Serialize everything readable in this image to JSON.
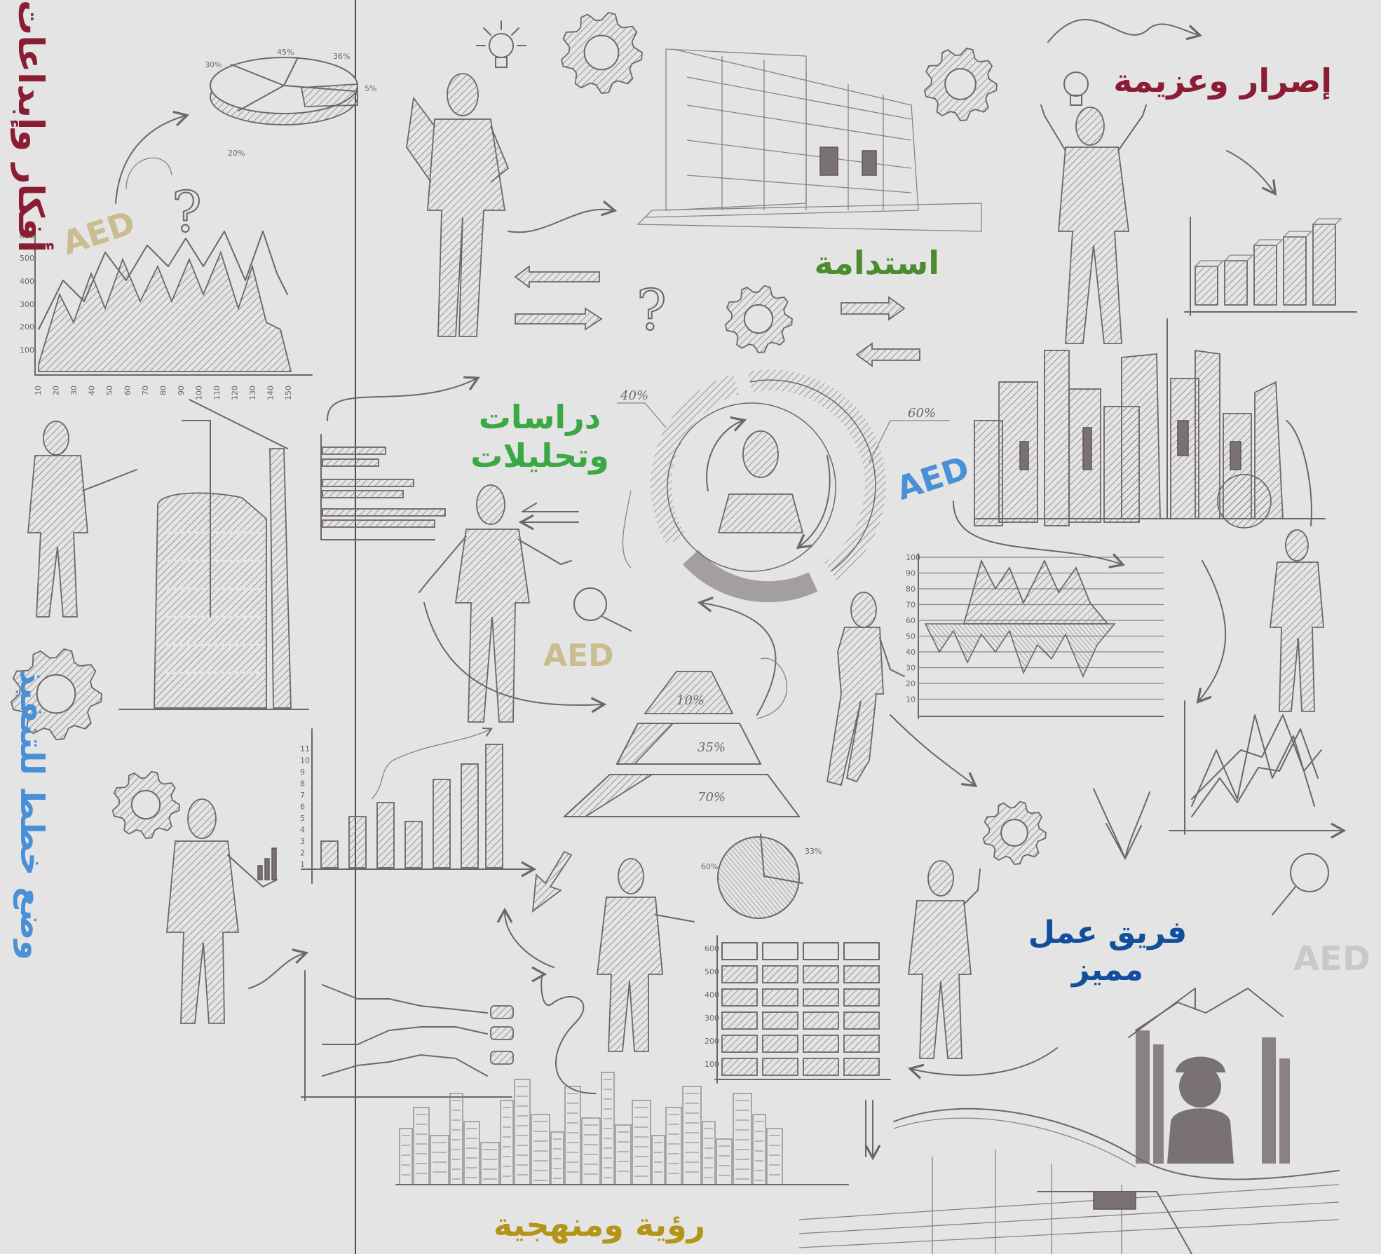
{
  "labels": {
    "ideas": {
      "text": "أفكار وإبداعات",
      "color": "#8b1d33"
    },
    "determination": {
      "text": "إصرار وعزيمة",
      "color": "#8b1d33"
    },
    "sustainability": {
      "text": "استدامة",
      "color": "#4e8a2e"
    },
    "studies": {
      "line1": "دراسات",
      "line2": "وتحليلات",
      "color": "#3aa845"
    },
    "plans": {
      "text": "وضع خطط للتنفيذ",
      "color": "#4a90d6"
    },
    "team": {
      "line1": "فريق عمل",
      "line2": "مميز",
      "color": "#114e9b"
    },
    "vision": {
      "text": "رؤية ومنهجية",
      "color": "#b49416"
    }
  },
  "watermarks": [
    {
      "text": "AED",
      "color": "#c9bd8f"
    },
    {
      "text": "AED",
      "color": "#4a90d6"
    },
    {
      "text": "AED",
      "color": "#c9bd8f"
    },
    {
      "text": "AED",
      "color": "#c9c9c9"
    }
  ],
  "sketch_text": {
    "pie_top": [
      "30%",
      "45%",
      "36%",
      "5%",
      "20%"
    ],
    "ring": [
      "40%",
      "60%"
    ],
    "pyramid": [
      "10%",
      "35%",
      "70%"
    ],
    "pie_bottom": [
      "60%",
      "33%"
    ],
    "area_chart_y": [
      "600",
      "500",
      "400",
      "300",
      "200",
      "100"
    ],
    "area_chart_x": [
      "10",
      "20",
      "30",
      "40",
      "50",
      "60",
      "70",
      "80",
      "90",
      "100",
      "110",
      "120",
      "130",
      "140",
      "150"
    ],
    "bar_chart_y": [
      "11",
      "10",
      "9",
      "8",
      "7",
      "6",
      "5",
      "4",
      "3",
      "2",
      "1"
    ],
    "table_y": [
      "600",
      "500",
      "400",
      "300",
      "200",
      "100"
    ],
    "mid_chart_y": [
      "100",
      "90",
      "80",
      "70",
      "60",
      "50",
      "40",
      "30",
      "20",
      "10"
    ]
  },
  "colors": {
    "background": "#e4e4e4",
    "sketch": "#6e6666"
  }
}
